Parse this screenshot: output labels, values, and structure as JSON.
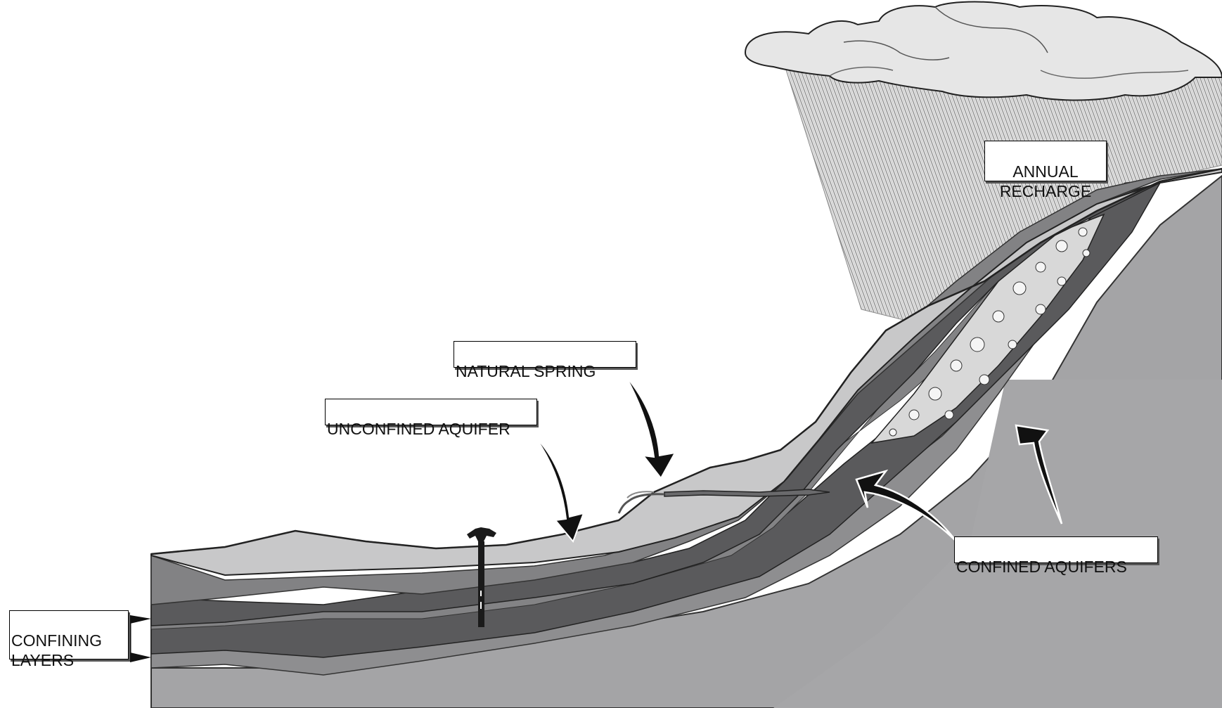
{
  "labels": {
    "natural_spring": "NATURAL SPRING",
    "unconfined_aquifer": "UNCONFINED AQUIFER",
    "annual_recharge": "ANNUAL\nRECHARGE",
    "confined_aquifers": "CONFINED AQUIFERS",
    "confining_layers": "CONFINING\nLAYERS"
  },
  "colors": {
    "bedrock": "#a4a4a6",
    "confining_dark": "#5a5a5c",
    "aquifer_mid": "#828284",
    "surface_light": "#c8c8c9",
    "gravel": "#d8d8d8",
    "cloud": "#e6e6e6",
    "rain": "#9a9a9a"
  }
}
